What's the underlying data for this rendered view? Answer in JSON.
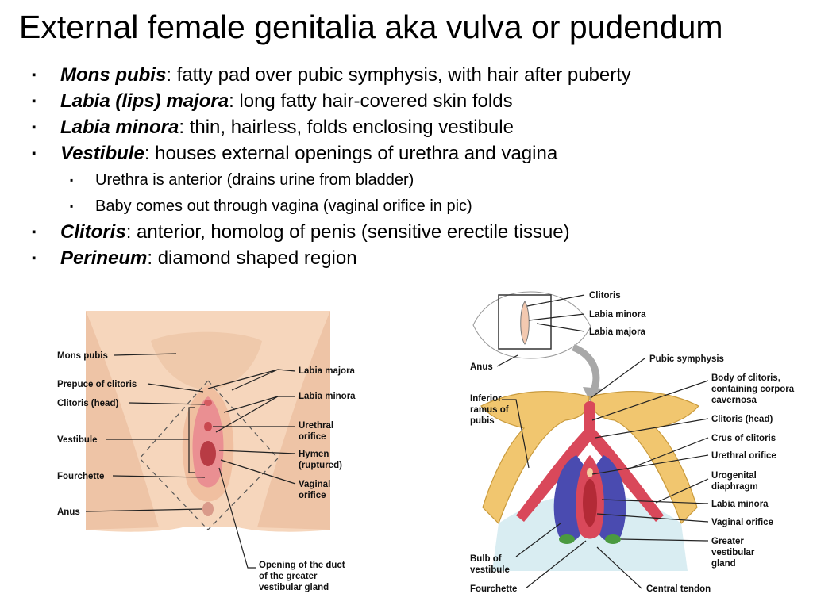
{
  "slide": {
    "title": "External female genitalia aka vulva or pudendum",
    "bullets": [
      {
        "term": "Mons pubis",
        "text": ": fatty pad over pubic symphysis, with hair after puberty"
      },
      {
        "term": "Labia (lips) majora",
        "text": ": long fatty hair-covered skin folds"
      },
      {
        "term": "Labia minora",
        "text": ": thin, hairless, folds enclosing vestibule"
      },
      {
        "term": "Vestibule",
        "text": ": houses external openings of urethra and vagina"
      }
    ],
    "sub_bullets": [
      "Urethra is anterior (drains urine from bladder)",
      "Baby comes out through vagina (vaginal orifice in pic)"
    ],
    "bullets_after": [
      {
        "term": "Clitoris",
        "text": ": anterior, homolog of penis (sensitive erectile tissue)"
      },
      {
        "term": "Perineum",
        "text": ": diamond shaped region"
      }
    ],
    "bullet_marker": "▪"
  },
  "left_figure": {
    "labels": {
      "mons_pubis": "Mons pubis",
      "prepuce": "Prepuce of clitoris",
      "clitoris_head": "Clitoris (head)",
      "vestibule": "Vestibule",
      "fourchette": "Fourchette",
      "anus": "Anus",
      "labia_majora": "Labia majora",
      "labia_minora": "Labia minora",
      "urethral_1": "Urethral",
      "urethral_2": "orifice",
      "hymen_1": "Hymen",
      "hymen_2": "(ruptured)",
      "vaginal_1": "Vaginal",
      "vaginal_2": "orifice",
      "duct_1": "Opening of the duct",
      "duct_2": "of the greater",
      "duct_3": "vestibular gland"
    }
  },
  "right_figure": {
    "labels": {
      "clitoris": "Clitoris",
      "labia_minora_top": "Labia minora",
      "labia_majora_top": "Labia majora",
      "anus": "Anus",
      "pubic_symphysis": "Pubic symphysis",
      "body_clitoris_1": "Body of clitoris,",
      "body_clitoris_2": "containing corpora",
      "body_clitoris_3": "cavernosa",
      "clitoris_head": "Clitoris (head)",
      "crus": "Crus of clitoris",
      "urethral": "Urethral orifice",
      "urogenital_1": "Urogenital",
      "urogenital_2": "diaphragm",
      "labia_minora": "Labia minora",
      "vaginal": "Vaginal orifice",
      "greater_1": "Greater",
      "greater_2": "vestibular",
      "greater_3": "gland",
      "inferior_1": "Inferior",
      "inferior_2": "ramus of",
      "inferior_3": "pubis",
      "bulb_1": "Bulb of",
      "bulb_2": "vestibule",
      "fourchette": "Fourchette",
      "central_tendon": "Central tendon"
    }
  },
  "colors": {
    "skin": "#f6d6bc",
    "skin_shadow": "#e8b898",
    "mucosa": "#ea8f92",
    "mucosa_dark": "#c9484f",
    "bone": "#f1c66f",
    "bone_dark": "#c99a3c",
    "muscle": "#d9485a",
    "bulb": "#4a4bb0",
    "gland": "#4a9a40",
    "diaphragm": "#cfe8ef"
  }
}
